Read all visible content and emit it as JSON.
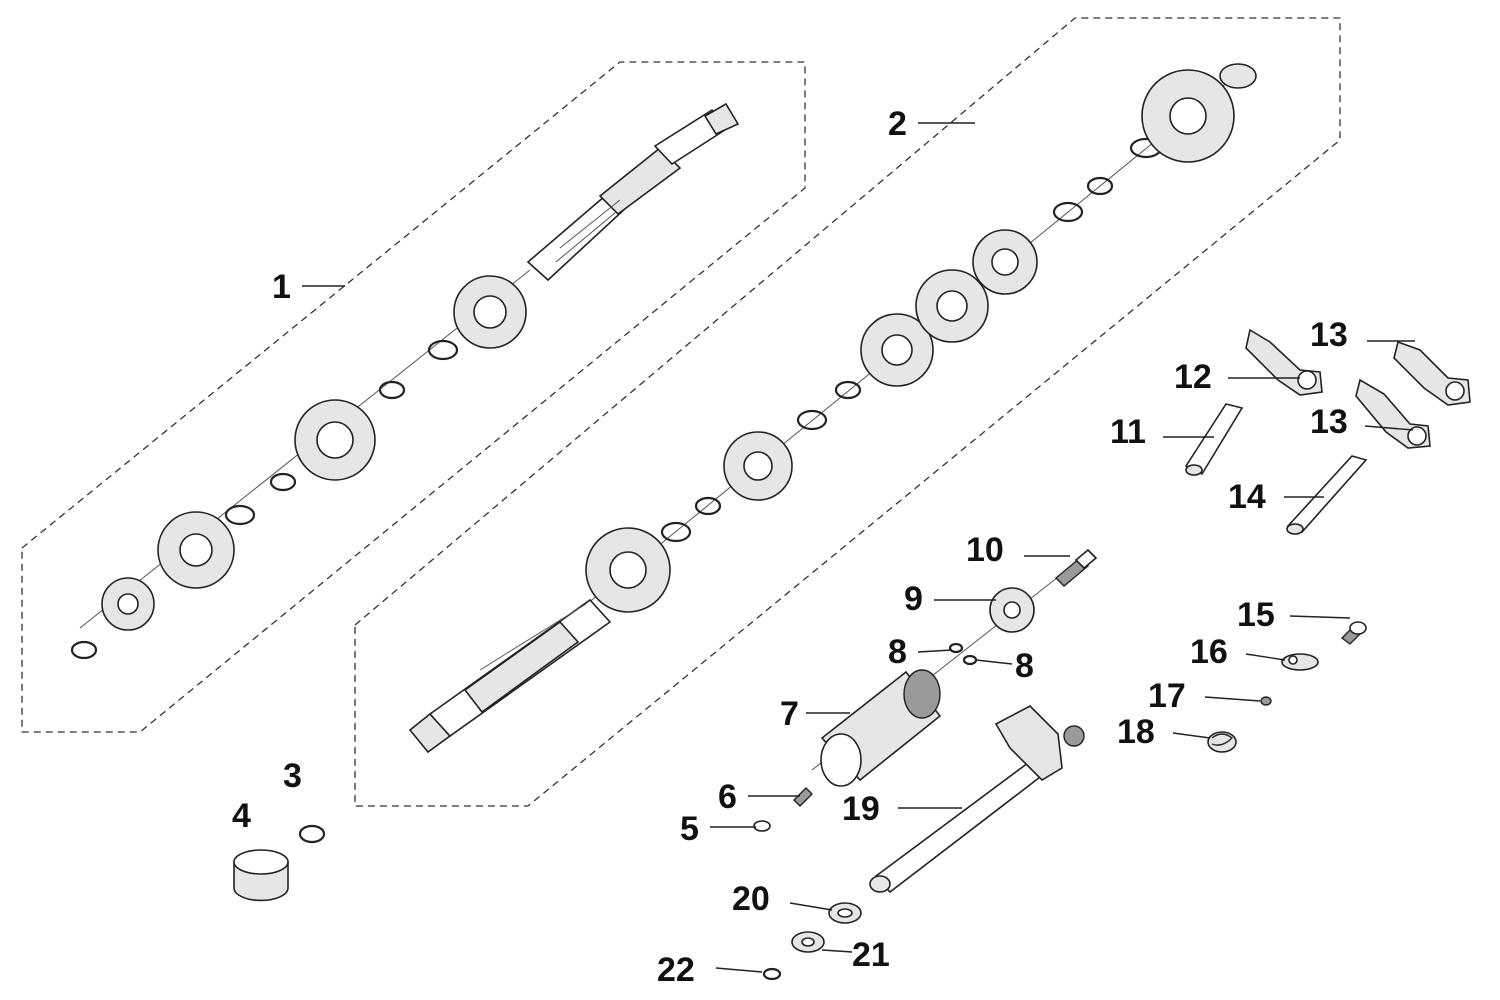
{
  "diagram": {
    "callouts": [
      {
        "id": "1",
        "label": "1"
      },
      {
        "id": "2",
        "label": "2"
      },
      {
        "id": "3",
        "label": "3"
      },
      {
        "id": "4",
        "label": "4"
      },
      {
        "id": "5",
        "label": "5"
      },
      {
        "id": "6",
        "label": "6"
      },
      {
        "id": "7",
        "label": "7"
      },
      {
        "id": "8a",
        "label": "8"
      },
      {
        "id": "8b",
        "label": "8"
      },
      {
        "id": "9",
        "label": "9"
      },
      {
        "id": "10",
        "label": "10"
      },
      {
        "id": "11",
        "label": "11"
      },
      {
        "id": "12",
        "label": "12"
      },
      {
        "id": "13a",
        "label": "13"
      },
      {
        "id": "13b",
        "label": "13"
      },
      {
        "id": "14",
        "label": "14"
      },
      {
        "id": "15",
        "label": "15"
      },
      {
        "id": "16",
        "label": "16"
      },
      {
        "id": "17",
        "label": "17"
      },
      {
        "id": "18",
        "label": "18"
      },
      {
        "id": "19",
        "label": "19"
      },
      {
        "id": "20",
        "label": "20"
      },
      {
        "id": "21",
        "label": "21"
      },
      {
        "id": "22",
        "label": "22"
      }
    ]
  }
}
